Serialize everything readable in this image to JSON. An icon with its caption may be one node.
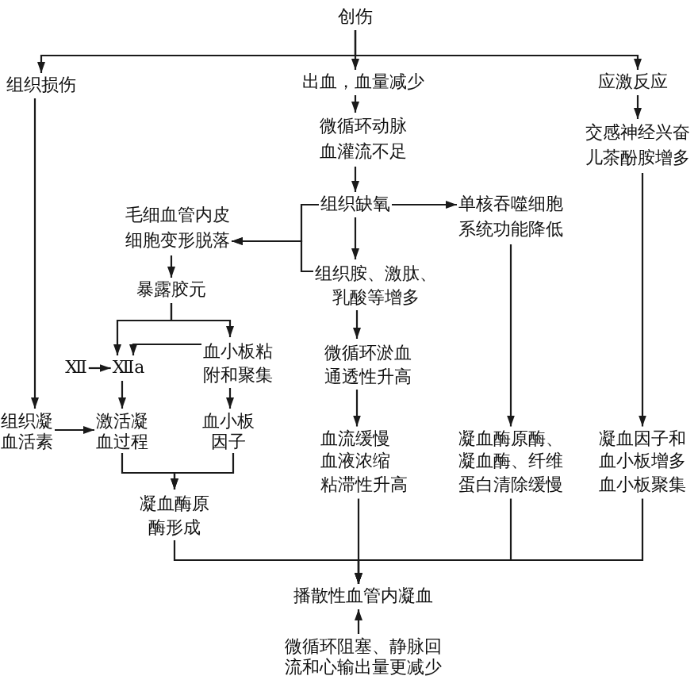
{
  "diagram": {
    "nodes": [
      {
        "text": [
          "创伤"
        ]
      },
      {
        "text": [
          "组织损伤"
        ]
      },
      {
        "text": [
          "出血，血量减少"
        ]
      },
      {
        "text": [
          "应激反应"
        ]
      },
      {
        "text": [
          "微循环动脉血灌流不足"
        ]
      },
      {
        "text": [
          "交感神经兴奋儿茶酚胺增多"
        ]
      },
      {
        "text": [
          "毛细血管内皮细胞变形脱落"
        ]
      },
      {
        "text": [
          "组织缺氧"
        ]
      },
      {
        "text": [
          "单核吞噬细胞系统功能降低"
        ]
      },
      {
        "text": [
          "组织胺、激肽、乳酸等增多"
        ]
      },
      {
        "text": [
          "暴露胶元"
        ]
      },
      {
        "text": [
          "血小板粘附和聚集"
        ]
      },
      {
        "text": [
          "Ⅻ"
        ]
      },
      {
        "text": [
          "Ⅻa"
        ]
      },
      {
        "text": [
          "微循环淤血通透性升高"
        ]
      },
      {
        "text": [
          "组织凝血活素"
        ]
      },
      {
        "text": [
          "激活凝血过程"
        ]
      },
      {
        "text": [
          "血小板因子"
        ]
      },
      {
        "text": [
          "血流缓慢血液浓缩粘滞性升高"
        ]
      },
      {
        "text": [
          "凝血酶原酶、凝血酶、纤维蛋白清除缓慢"
        ]
      },
      {
        "text": [
          "凝血因子和血小板增多血小板聚集"
        ]
      },
      {
        "text": [
          "凝血酶原酶形成"
        ]
      },
      {
        "text": [
          "播散性血管内凝血"
        ]
      },
      {
        "text": [
          "微循环阻塞、静脉回流和心输出量更减少"
        ]
      }
    ],
    "edges": [
      {
        "from": 0,
        "to": 1,
        "arrow": "to"
      },
      {
        "from": 0,
        "to": 2,
        "arrow": "to"
      },
      {
        "from": 0,
        "to": 3,
        "arrow": "to"
      },
      {
        "from": 2,
        "to": 4,
        "arrow": "to"
      },
      {
        "from": 3,
        "to": 5,
        "arrow": "to"
      },
      {
        "from": 4,
        "to": 7,
        "arrow": "to"
      },
      {
        "from": 7,
        "to": 8,
        "arrow": "to"
      },
      {
        "from": 7,
        "to": 6,
        "arrow": "to"
      },
      {
        "from": 9,
        "to": 6,
        "arrow": "to"
      },
      {
        "from": 7,
        "to": 9,
        "arrow": "to"
      },
      {
        "from": 6,
        "to": 10,
        "arrow": "to"
      },
      {
        "from": 10,
        "to": 13,
        "arrow": "to"
      },
      {
        "from": 10,
        "to": 11,
        "arrow": "to"
      },
      {
        "from": 11,
        "to": 13,
        "arrow": "to"
      },
      {
        "from": 12,
        "to": 13,
        "arrow": "to"
      },
      {
        "from": 1,
        "to": 15,
        "arrow": "to"
      },
      {
        "from": 15,
        "to": 16,
        "arrow": "to"
      },
      {
        "from": 13,
        "to": 16,
        "arrow": "to"
      },
      {
        "from": 11,
        "to": 17,
        "arrow": "to"
      },
      {
        "from": 9,
        "to": 14,
        "arrow": "to"
      },
      {
        "from": 14,
        "to": 18,
        "arrow": "to"
      },
      {
        "from": 8,
        "to": 19,
        "arrow": "to"
      },
      {
        "from": 5,
        "to": 20,
        "arrow": "to"
      },
      {
        "from": 16,
        "to": 21,
        "arrow": "to"
      },
      {
        "from": 17,
        "to": 21,
        "arrow": "to"
      },
      {
        "from": 21,
        "to": 22,
        "arrow": "to"
      },
      {
        "from": 18,
        "to": 22,
        "arrow": "to"
      },
      {
        "from": 19,
        "to": 22,
        "arrow": "to"
      },
      {
        "from": 20,
        "to": 22,
        "arrow": "to"
      },
      {
        "from": 23,
        "to": 22,
        "arrow": "to"
      }
    ]
  }
}
